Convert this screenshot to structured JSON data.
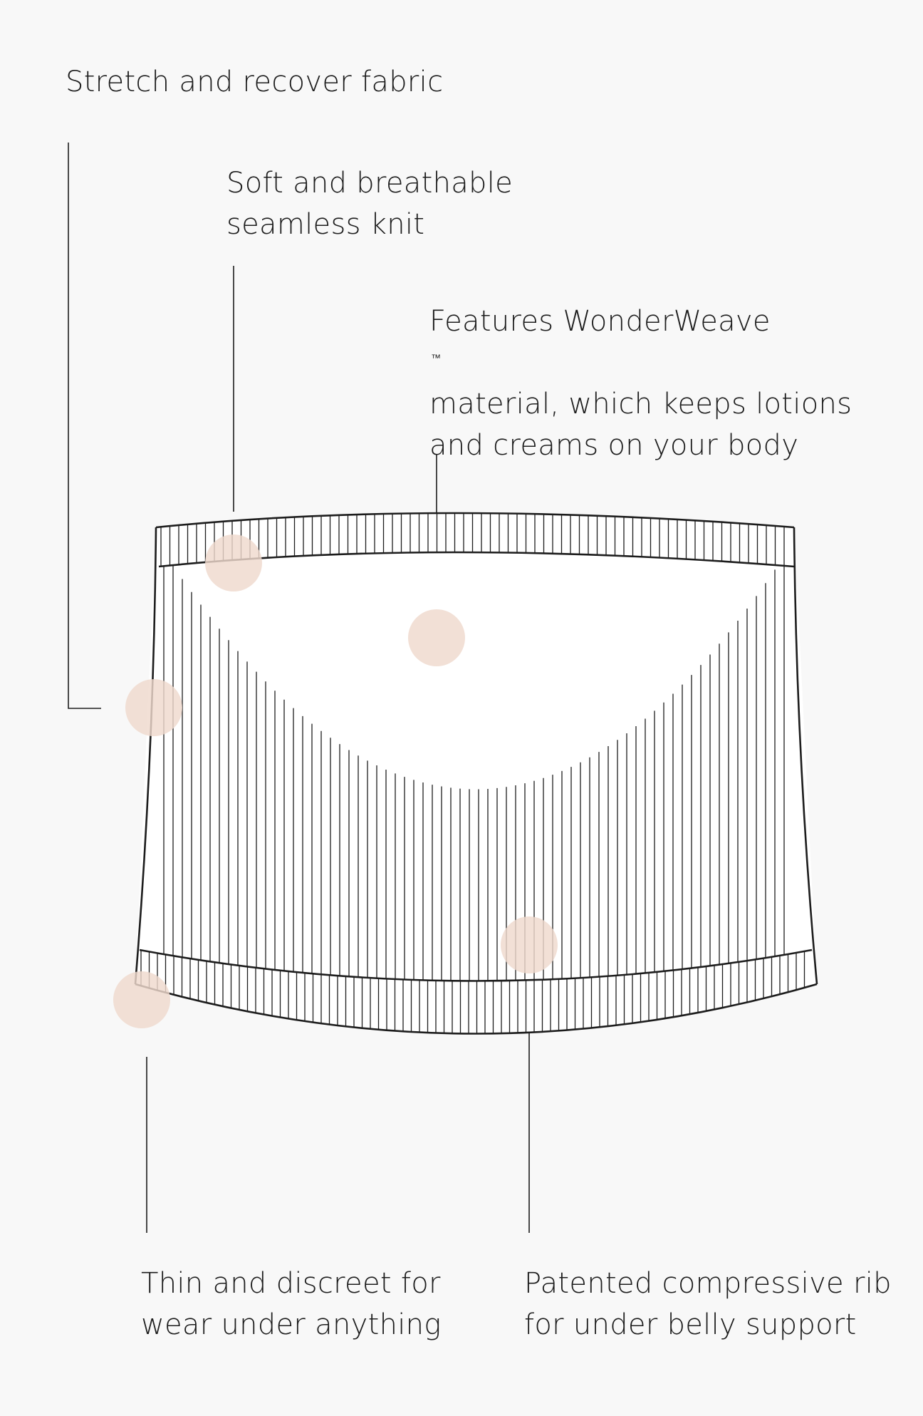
{
  "features": {
    "stretch": {
      "lines": [
        "Stretch and recover fabric"
      ]
    },
    "soft": {
      "lines": [
        "Soft and breathable",
        "seamless knit"
      ]
    },
    "wonderweave": {
      "line1": "Features WonderWeave",
      "trademark": "™",
      "line2": "material, which keeps lotions",
      "line3": "and creams on your body"
    },
    "thin": {
      "lines": [
        "Thin and discreet for",
        "wear under anything"
      ]
    },
    "patented": {
      "lines": [
        "Patented compressive rib",
        "for under belly support"
      ]
    }
  },
  "colors": {
    "background": "#f8f8f8",
    "line": "#1d1d1d",
    "dot": "#efd9cd",
    "fabric": "#ffffff"
  }
}
